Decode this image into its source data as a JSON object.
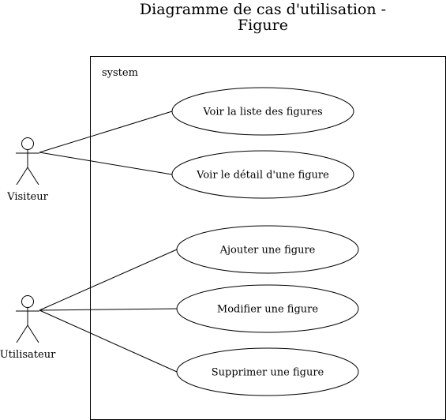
{
  "diagram": {
    "title_line1": "Diagramme de cas d'utilisation -",
    "title_line2": "Figure",
    "system_label": "system",
    "actors": [
      {
        "id": "visiteur",
        "label": "Visiteur"
      },
      {
        "id": "utilisateur",
        "label": "Utilisateur"
      }
    ],
    "use_cases": [
      {
        "id": "voir-liste",
        "label": "Voir la liste des figures"
      },
      {
        "id": "voir-detail",
        "label": "Voir le détail d'une figure"
      },
      {
        "id": "ajouter",
        "label": "Ajouter une figure"
      },
      {
        "id": "modifier",
        "label": "Modifier une figure"
      },
      {
        "id": "supprimer",
        "label": "Supprimer une figure"
      }
    ],
    "associations": [
      {
        "actor": "visiteur",
        "use_case": "voir-liste"
      },
      {
        "actor": "visiteur",
        "use_case": "voir-detail"
      },
      {
        "actor": "utilisateur",
        "use_case": "ajouter"
      },
      {
        "actor": "utilisateur",
        "use_case": "modifier"
      },
      {
        "actor": "utilisateur",
        "use_case": "supprimer"
      }
    ]
  }
}
